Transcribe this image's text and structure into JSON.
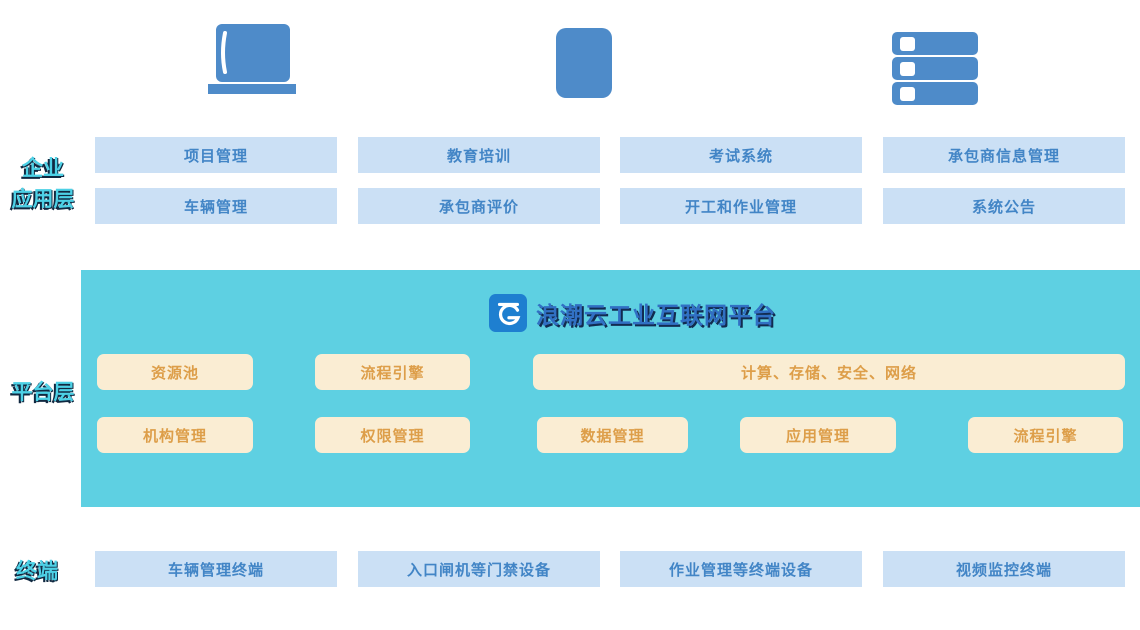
{
  "colors": {
    "icon_blue": "#4E8BC9",
    "app_box_bg": "#CBE0F5",
    "app_box_text": "#4285C6",
    "platform_panel_bg": "#5ED0E2",
    "platform_box_bg": "#FAEDD3",
    "platform_box_text": "#DD9E49",
    "layer_label_text": "#4DD1E6",
    "layer_label_shadow": "#102840",
    "brand_title_text": "#3170C4",
    "brand_logo_bg": "#1E7FD0"
  },
  "icons": {
    "monitor": "monitor-icon",
    "tablet": "tablet-icon",
    "server": "server-stack-icon",
    "logo": "inspur-cloud-logo"
  },
  "enterprise": {
    "label_line1": "企业",
    "label_line2": "应用层",
    "row1": [
      "项目管理",
      "教育培训",
      "考试系统",
      "承包商信息管理"
    ],
    "row2": [
      "车辆管理",
      "承包商评价",
      "开工和作业管理",
      "系统公告"
    ]
  },
  "platform": {
    "label": "平台层",
    "brand": "浪潮云工业互联网平台",
    "row1": [
      "资源池",
      "流程引擎"
    ],
    "row1_wide": "计算、存储、安全、网络",
    "row2": [
      "机构管理",
      "权限管理",
      "数据管理",
      "应用管理",
      "流程引擎"
    ]
  },
  "terminal": {
    "label": "终端",
    "boxes": [
      "车辆管理终端",
      "入口闸机等门禁设备",
      "作业管理等终端设备",
      "视频监控终端"
    ]
  }
}
